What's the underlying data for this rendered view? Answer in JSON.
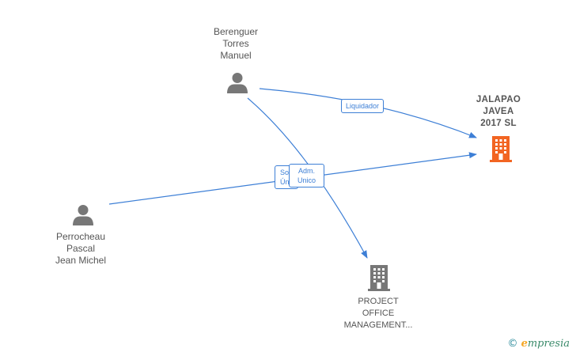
{
  "nodes": {
    "berenguer": {
      "line1": "Berenguer",
      "line2": "Torres",
      "line3": "Manuel",
      "icon": "person-icon"
    },
    "perrocheau": {
      "line1": "Perrocheau",
      "line2": "Pascal",
      "line3": "Jean Michel",
      "icon": "person-icon"
    },
    "jalapao": {
      "line1": "JALAPAO",
      "line2": "JAVEA",
      "line3": "2017  SL",
      "icon": "building-icon",
      "color": "#f26522"
    },
    "project": {
      "line1": "PROJECT",
      "line2": "OFFICE",
      "line3": "MANAGEMENT...",
      "icon": "building-icon",
      "color": "#777777"
    }
  },
  "edges": {
    "liquidador": {
      "label": "Liquidador"
    },
    "socio": {
      "line1": "So",
      "line2": "Ún"
    },
    "adm": {
      "line1": "Adm.",
      "line2": "Unico"
    }
  },
  "colors": {
    "edge": "#3d7fd6",
    "person": "#777777",
    "company_main": "#f26522",
    "company_other": "#777777"
  },
  "watermark": {
    "copyright": "©",
    "brand_initial": "e",
    "brand_rest": "mpresia"
  }
}
